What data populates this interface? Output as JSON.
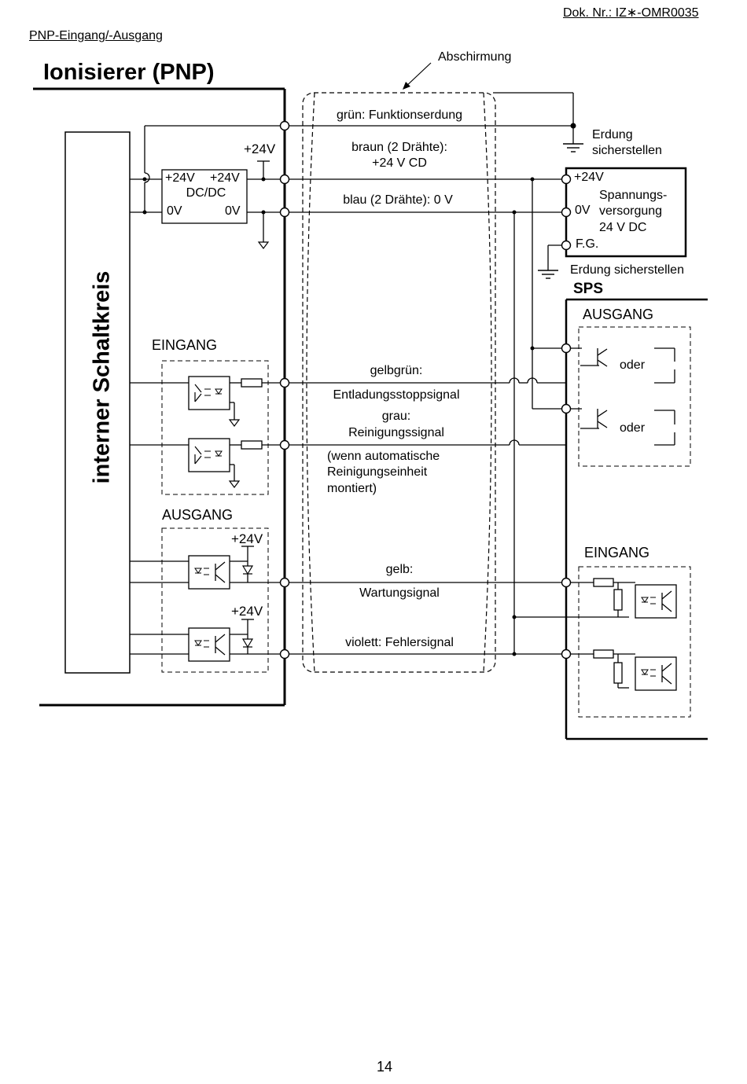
{
  "header": {
    "doc_number": "Dok. Nr.: IZ∗-OMR0035",
    "section": "PNP-Eingang/-Ausgang"
  },
  "ionizer": {
    "title": "Ionisierer (PNP)",
    "internal_circuit": "interner Schaltkreis",
    "dcdc": {
      "left_top": "+24V",
      "right_top": "+24V",
      "name": "DC/DC",
      "left_bottom": "0V",
      "right_bottom": "0V"
    },
    "supply_24v": "+24V",
    "input_label": "EINGANG",
    "output_label": "AUSGANG",
    "output_24v_1": "+24V",
    "output_24v_2": "+24V"
  },
  "cable": {
    "shield": "Abschirmung",
    "green": "grün: Funktionserdung",
    "brown_1": "braun (2 Drähte):",
    "brown_2": "+24 V CD",
    "blue": "blau (2 Drähte): 0 V",
    "yellowgreen_1": "gelbgrün:",
    "yellowgreen_2": "Entladungsstoppsignal",
    "grey_1": "grau:",
    "grey_2": "Reinigungssignal",
    "note_1": "(wenn automatische",
    "note_2": "Reinigungseinheit",
    "note_3": "montiert)",
    "yellow_1": "gelb:",
    "yellow_2": "Wartungsignal",
    "violet": "violett: Fehlersignal"
  },
  "power_supply": {
    "ground_1": "Erdung",
    "ground_2": "sicherstellen",
    "plus24": "+24V",
    "zero": "0V",
    "name_1": "Spannungs-",
    "name_2": "versorgung",
    "name_3": "24 V DC",
    "fg": "F.G.",
    "ground_fg": "Erdung sicherstellen"
  },
  "plc": {
    "title": "SPS",
    "output_label": "AUSGANG",
    "or_1": "oder",
    "or_2": "oder",
    "input_label": "EINGANG"
  },
  "footer": {
    "page_number": "14"
  }
}
